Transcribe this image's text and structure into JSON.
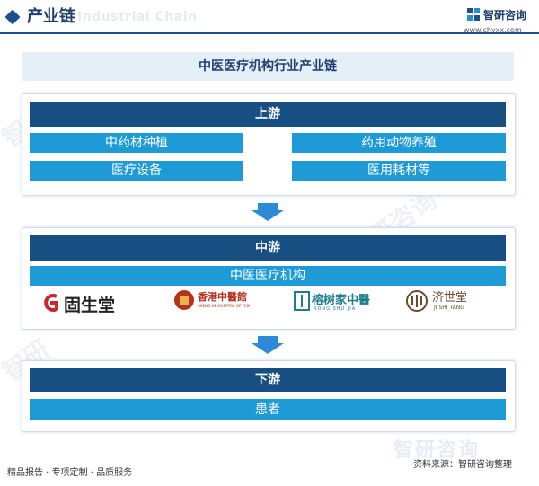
{
  "header": {
    "title": "产业链",
    "watermark": "Industrial Chain",
    "logo_text": "智研咨询",
    "logo_url": "www.chyxx.com"
  },
  "main_title": "中医医疗机构行业产业链",
  "upstream": {
    "title": "上游",
    "items": [
      "中药材种植",
      "药用动物养殖",
      "医疗设备",
      "医用耗材等"
    ]
  },
  "midstream": {
    "title": "中游",
    "subtitle": "中医医疗机构",
    "logos": [
      {
        "text": "固生堂",
        "icon": "gushengtang-logo"
      },
      {
        "text": "香港中醫館",
        "sub": "SHENG HE HOSPITAL OF TCM",
        "icon": "shenghe-logo"
      },
      {
        "text": "榕树家中醫",
        "sub": "RONG SHU JIA",
        "icon": "rongshujia-logo"
      },
      {
        "text": "济世堂",
        "sub": "JI SHI TANG",
        "icon": "jishitang-logo"
      }
    ]
  },
  "downstream": {
    "title": "下游",
    "items": [
      "患者"
    ]
  },
  "footer": {
    "left": "精品报告 · 专项定制 · 品质服务",
    "source": "资料来源：智研咨询整理",
    "watermark": "智研咨询"
  },
  "colors": {
    "dark_bar": "#184f83",
    "light_bar": "#1e9ad6",
    "arrow": "#2d8ad6"
  }
}
